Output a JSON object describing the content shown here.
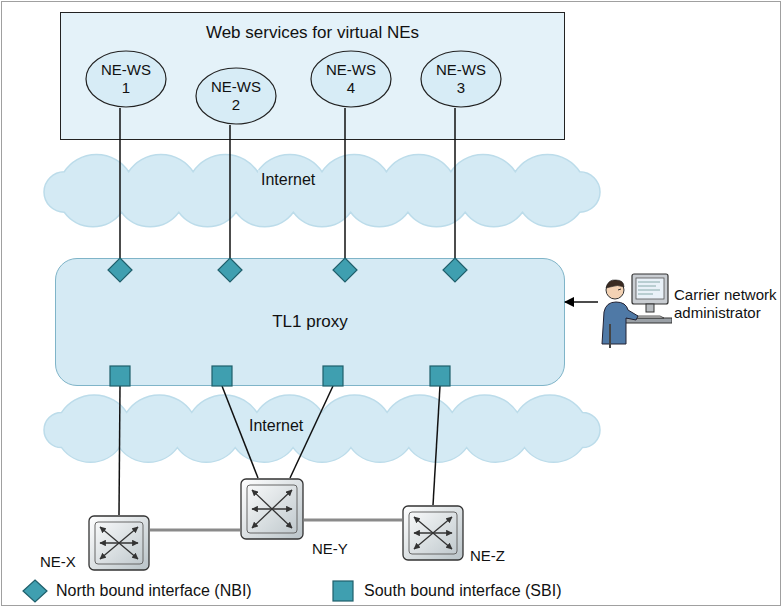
{
  "diagram": {
    "nodes": [
      {
        "text": [
          "Web services for virtual NEs"
        ]
      },
      {
        "text": [
          "NE-WS 1"
        ],
        "in": 0
      },
      {
        "text": [
          "NE-WS 2"
        ],
        "in": 0
      },
      {
        "text": [
          "NE-WS 4"
        ],
        "in": 0
      },
      {
        "text": [
          "NE-WS 3"
        ],
        "in": 0
      },
      {
        "text": [
          "Internet"
        ]
      },
      {
        "text": [
          "TL1 proxy"
        ]
      },
      {
        "text": [
          "Carrier network administrator"
        ]
      },
      {
        "text": [
          "Internet"
        ]
      },
      {
        "text": [
          "NE-X"
        ]
      },
      {
        "text": [
          "NE-Y"
        ]
      },
      {
        "text": [
          "NE-Z"
        ]
      }
    ],
    "edges": [
      {
        "from": 1,
        "to": 6,
        "arrow": "none"
      },
      {
        "from": 2,
        "to": 6,
        "arrow": "none"
      },
      {
        "from": 3,
        "to": 6,
        "arrow": "none"
      },
      {
        "from": 4,
        "to": 6,
        "arrow": "none"
      },
      {
        "from": 6,
        "to": 9,
        "arrow": "none"
      },
      {
        "from": 6,
        "to": 10,
        "arrow": "none"
      },
      {
        "from": 6,
        "to": 10,
        "arrow": "none"
      },
      {
        "from": 6,
        "to": 11,
        "arrow": "none"
      },
      {
        "from": 9,
        "to": 10,
        "arrow": "none"
      },
      {
        "from": 10,
        "to": 11,
        "arrow": "none"
      },
      {
        "from": 7,
        "to": 6,
        "arrow": "to"
      }
    ],
    "legend": [
      {
        "text": "North bound interface (NBI)"
      },
      {
        "text": "South bound interface (SBI)"
      }
    ]
  }
}
